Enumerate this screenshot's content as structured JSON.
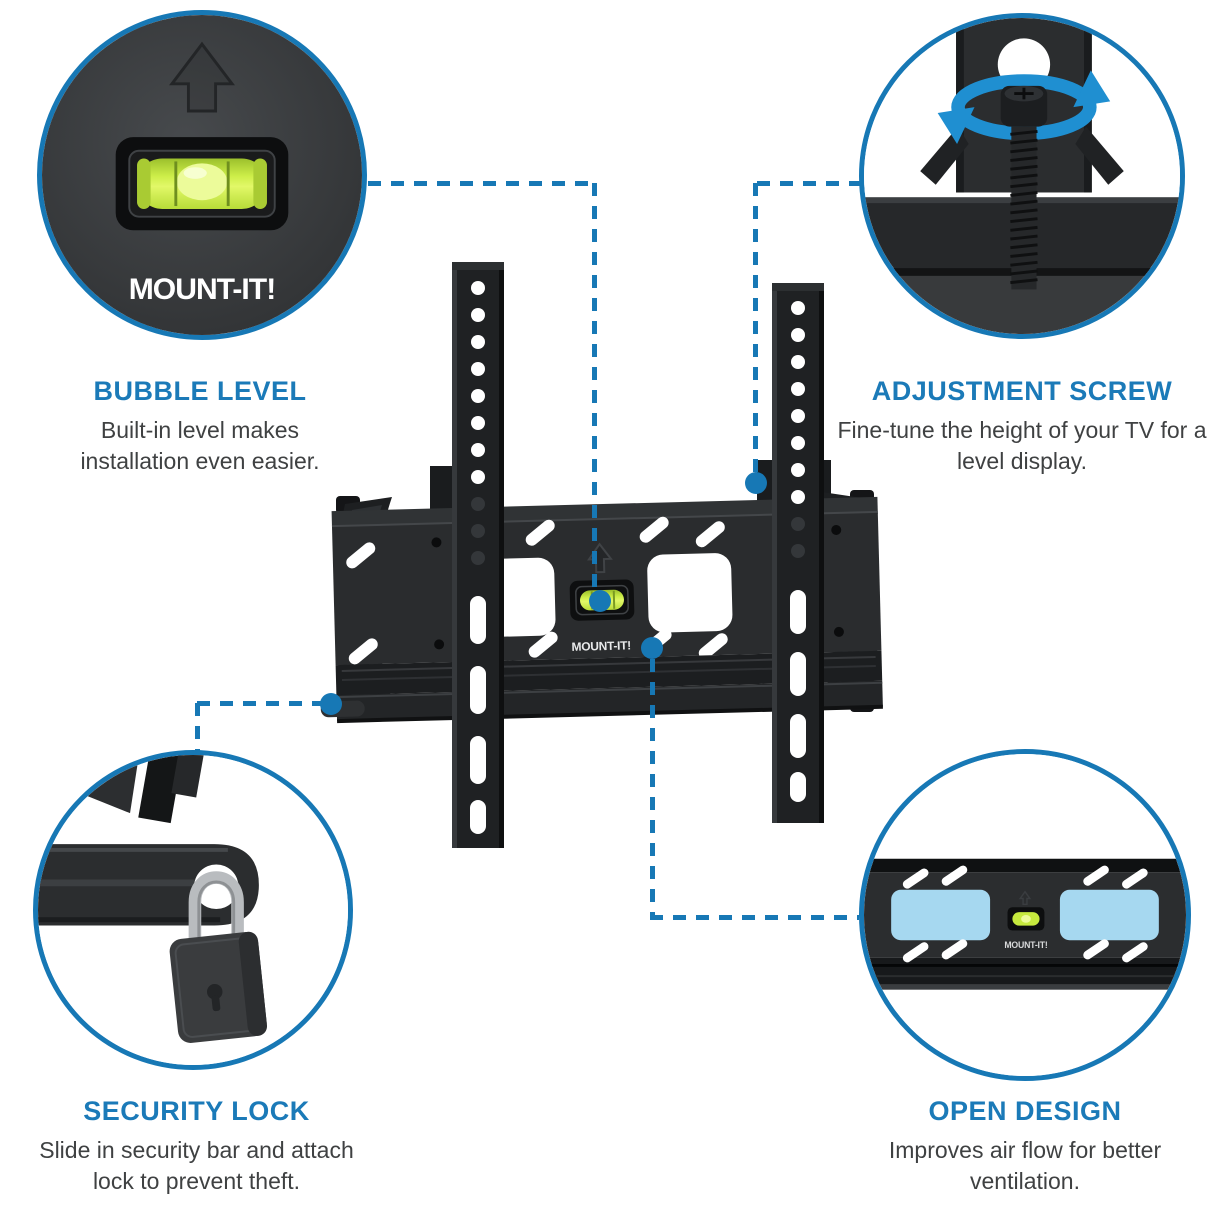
{
  "image_type": "product-feature-infographic",
  "brand": {
    "logo": "MOUNT-IT!"
  },
  "colors": {
    "accent_blue": "#1778b5",
    "heading_blue": "#1b7ab8",
    "body_text": "#3f4142",
    "level_green": "#c6e93e",
    "highlight_blue": "#a6d8f0",
    "metal_dark": "#26282a"
  },
  "callouts": [
    {
      "id": "bubble-level",
      "position": "top-left",
      "title": "BUBBLE LEVEL",
      "description": "Built-in level makes installation even easier."
    },
    {
      "id": "adjustment-screw",
      "position": "top-right",
      "title": "ADJUSTMENT SCREW",
      "description": "Fine-tune the height of your TV for a level display."
    },
    {
      "id": "security-lock",
      "position": "bottom-left",
      "title": "SECURITY LOCK",
      "description": "Slide in security bar and attach lock to prevent theft."
    },
    {
      "id": "open-design",
      "position": "bottom-right",
      "title": "OPEN DESIGN",
      "description": "Improves air flow for better ventilation."
    }
  ]
}
